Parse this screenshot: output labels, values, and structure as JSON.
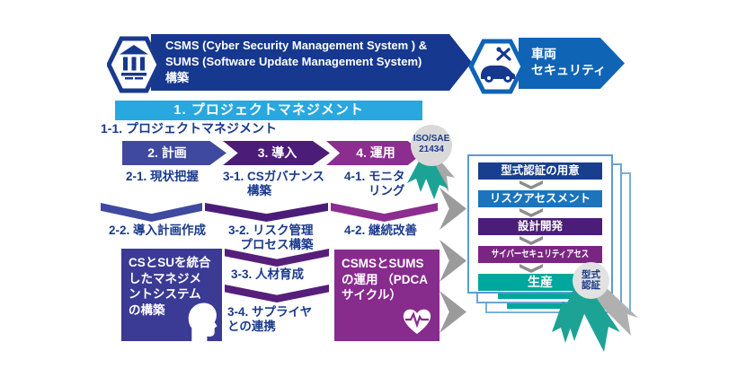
{
  "colors": {
    "navy": "#16388e",
    "hex_border_navy": "#1a3a8c",
    "blue": "#1064b6",
    "light_blue": "#29a8e0",
    "text_navy": "#1a3a8c",
    "indigo": "#4049a0",
    "dark_purple": "#4b1d78",
    "magenta_purple": "#8c2d90",
    "mid_purple": "#561f7c",
    "indigo_box": "#3b3a94",
    "purple_box": "#872b8d",
    "teal": "#00a79c",
    "ribbon_teal": "#1da395",
    "card_border": "#5b9bd5",
    "bar_navy": "#173f8e",
    "bar_blue": "#1b74bc",
    "bar_purple": "#7b2583",
    "gray_arrow": "#9b9b9b",
    "badge_gray": "#d9d9d9"
  },
  "header": {
    "main_banner": "CSMS (Cyber Security Management System ) &\nSUMS (Software Update Management System)\n構築",
    "vehicle_banner": "車両\nセキュリティ"
  },
  "project": {
    "banner": "1. プロジェクトマネジメント",
    "sublabel": "1-1. プロジェクトマネジメント"
  },
  "phases": [
    {
      "label": "2. 計画"
    },
    {
      "label": "3. 導入"
    },
    {
      "label": "4. 運用"
    }
  ],
  "iso_badge": "ISO/SAE\n21434",
  "steps": {
    "r1c1": "2-1. 現状把握",
    "r1c2": "3-1. CSガバナンス\n　　構築",
    "r1c3": "4-1. モニタ\n　　リング",
    "r2c1": "2-2. 導入計画作成",
    "r2c2": "3-2. リスク管理\n　プロセス構築",
    "r2c3": "4-2. 継続改善",
    "r3c2": "3-3. 人材育成",
    "r4c2": "3-4. サプライヤ\nとの連携"
  },
  "left_box": "CSとSUを統合\nしたマネジメ\nントシステム\nの構築",
  "right_box": "CSMSとSUMS\nの運用 （PDCA\nサイクル）",
  "certification": {
    "bars": [
      {
        "label": "型式認証の用意"
      },
      {
        "label": "リスクアセスメント"
      },
      {
        "label": "設計開発"
      },
      {
        "label": "サイバーセキュリティアセスメント"
      },
      {
        "label": "生産"
      }
    ],
    "type_badge": "型式\n認証"
  }
}
